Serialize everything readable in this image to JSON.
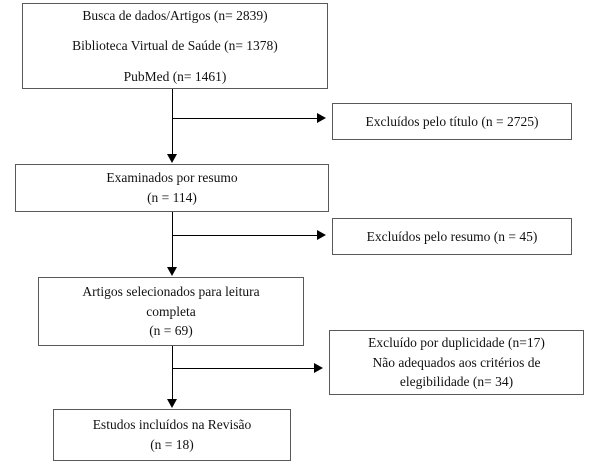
{
  "diagram": {
    "title": "PRISMA-style study selection flowchart",
    "language": "pt-BR",
    "colors": {
      "box_border": "#595959",
      "connector": "#000000",
      "background": "#ffffff",
      "text": "#111111"
    },
    "nodes": {
      "sources": {
        "name": "sources-box",
        "lines": [
          "Busca de dados/Artigos (n= 2839)",
          "Biblioteca Virtual de Saúde (n= 1378)",
          "PubMed (n= 1461)"
        ],
        "counts": {
          "busca_de_dados_artigos": 2839,
          "biblioteca_virtual_de_saude": 1378,
          "pubmed": 1461
        }
      },
      "screened_abstract": {
        "name": "screened-by-abstract-box",
        "lines": [
          "Examinados por resumo",
          "(n = 114)"
        ],
        "count": 114
      },
      "full_text": {
        "name": "full-text-selected-box",
        "lines": [
          "Artigos selecionados para leitura",
          "completa",
          "(n = 69)"
        ],
        "count": 69
      },
      "included": {
        "name": "included-studies-box",
        "lines": [
          "Estudos incluídos na Revisão",
          "(n = 18)"
        ],
        "count": 18
      },
      "excluded_title": {
        "name": "excluded-by-title-box",
        "lines": [
          "Excluídos pelo título (n = 2725)"
        ],
        "count": 2725
      },
      "excluded_abstract": {
        "name": "excluded-by-abstract-box",
        "lines": [
          "Excluídos pelo resumo (n = 45)"
        ],
        "count": 45
      },
      "excluded_duplicate": {
        "name": "excluded-duplicate-eligibility-box",
        "lines": [
          "Excluído por duplicidade (n=17)",
          "Não adequados aos critérios de",
          "elegibilidade (n= 34)"
        ],
        "counts": {
          "duplicidade": 17,
          "nao_adequados_elegibilidade": 34
        }
      }
    },
    "connectors": [
      {
        "name": "sources-to-screened-arrow",
        "from": "sources",
        "to": "screened_abstract",
        "direction": "down"
      },
      {
        "name": "screened-to-excluded-title-arrow",
        "from": "sources",
        "to": "excluded_title",
        "direction": "right"
      },
      {
        "name": "screened-to-fulltext-arrow",
        "from": "screened_abstract",
        "to": "full_text",
        "direction": "down"
      },
      {
        "name": "screened-to-excluded-abstract-arrow",
        "from": "screened_abstract",
        "to": "excluded_abstract",
        "direction": "right"
      },
      {
        "name": "fulltext-to-included-arrow",
        "from": "full_text",
        "to": "included",
        "direction": "down"
      },
      {
        "name": "fulltext-to-excluded-duplicate-arrow",
        "from": "full_text",
        "to": "excluded_duplicate",
        "direction": "right"
      }
    ]
  }
}
